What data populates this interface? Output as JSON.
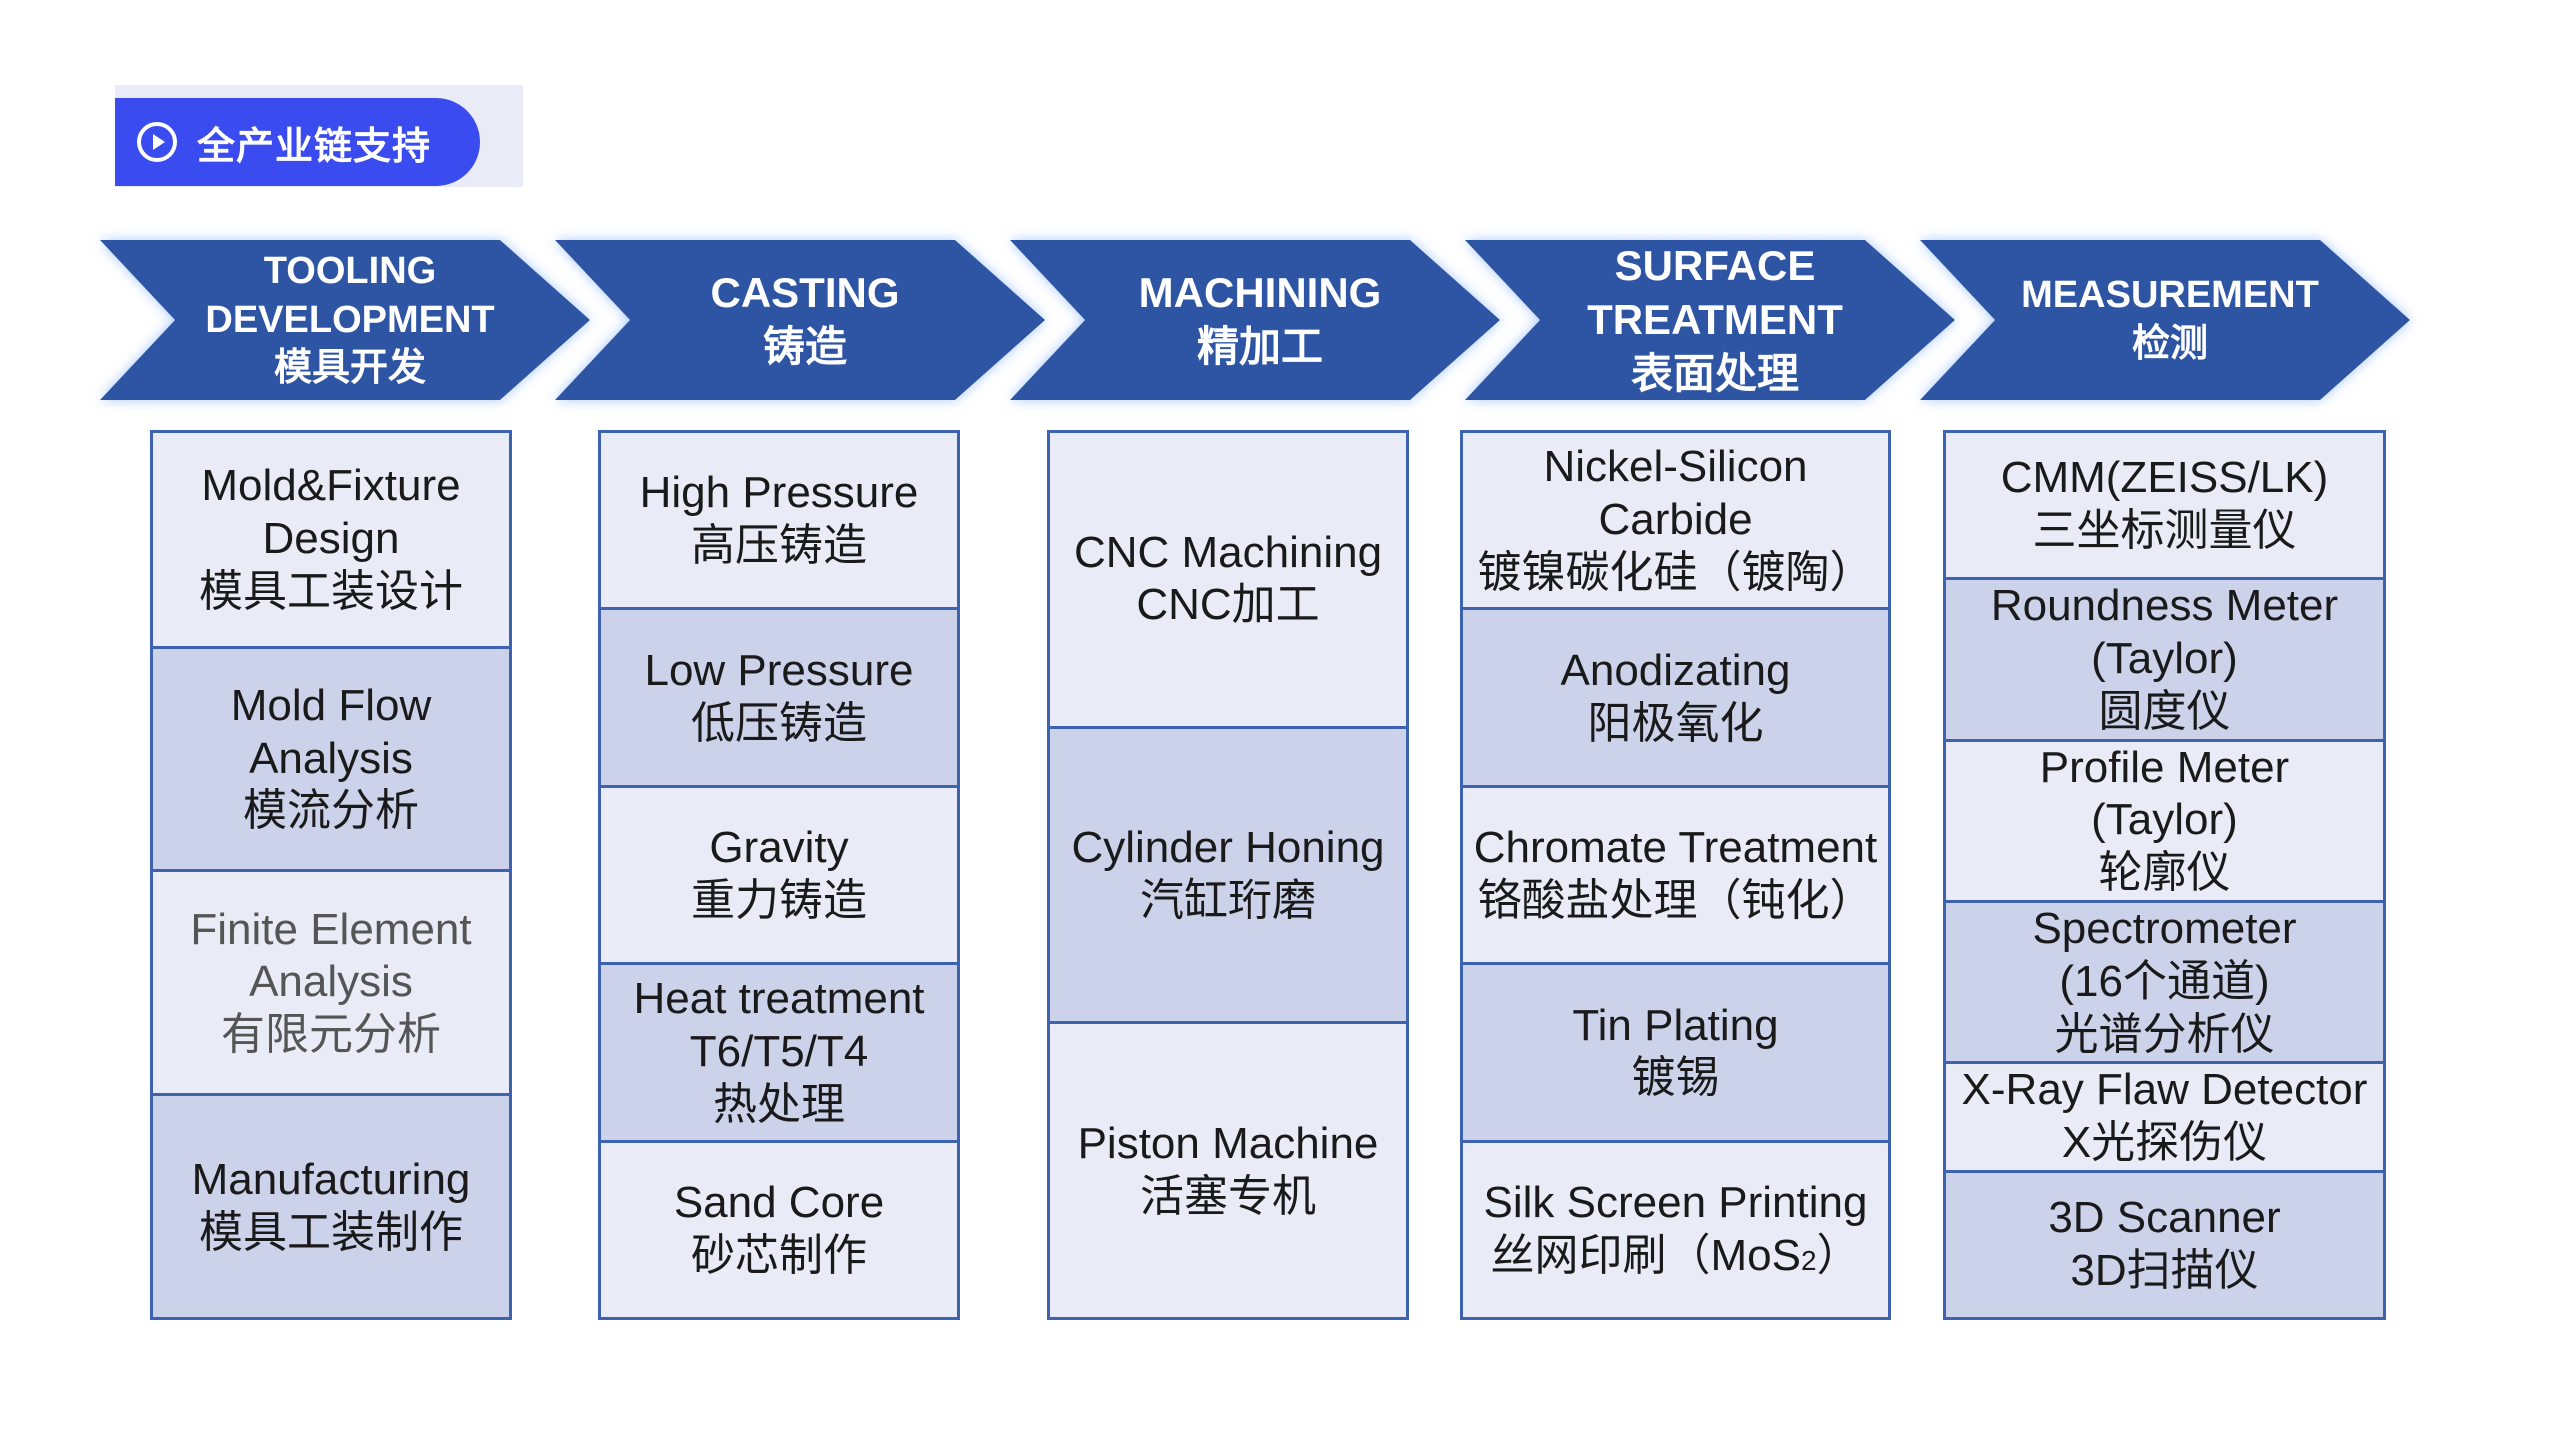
{
  "header": {
    "badge_label": "全产业链支持",
    "badge_icon": "play-circle-icon"
  },
  "colors": {
    "accent": "#3a4bf0",
    "chevron": "#2f55a4",
    "border": "#3d62b0",
    "cell_light": "#e9ecf6",
    "cell_dark": "#cbd2e9"
  },
  "stages": [
    {
      "lines": [
        "TOOLING",
        "DEVELOPMENT",
        "模具开发"
      ],
      "items": [
        {
          "lines": [
            "Mold&Fixture",
            "Design",
            "模具工装设计"
          ]
        },
        {
          "lines": [
            "Mold Flow",
            "Analysis",
            "模流分析"
          ]
        },
        {
          "lines": [
            "Finite Element",
            "Analysis",
            "有限元分析"
          ]
        },
        {
          "lines": [
            "Manufacturing",
            "模具工装制作"
          ]
        }
      ]
    },
    {
      "lines": [
        "CASTING",
        "铸造"
      ],
      "items": [
        {
          "lines": [
            "High Pressure",
            "高压铸造"
          ]
        },
        {
          "lines": [
            "Low Pressure",
            "低压铸造"
          ]
        },
        {
          "lines": [
            "Gravity",
            "重力铸造"
          ]
        },
        {
          "lines": [
            "Heat treatment",
            "T6/T5/T4",
            "热处理"
          ]
        },
        {
          "lines": [
            "Sand Core",
            "砂芯制作"
          ]
        }
      ]
    },
    {
      "lines": [
        "MACHINING",
        "精加工"
      ],
      "items": [
        {
          "lines": [
            "CNC Machining",
            "CNC加工"
          ]
        },
        {
          "lines": [
            "Cylinder Honing",
            "汽缸珩磨"
          ]
        },
        {
          "lines": [
            "Piston Machine",
            "活塞专机"
          ]
        }
      ]
    },
    {
      "lines": [
        "SURFACE",
        "TREATMENT",
        "表面处理"
      ],
      "items": [
        {
          "lines": [
            "Nickel-Silicon",
            "Carbide",
            "镀镍碳化硅（镀陶）"
          ]
        },
        {
          "lines": [
            "Anodizating",
            "阳极氧化"
          ]
        },
        {
          "lines": [
            "Chromate Treatment",
            "铬酸盐处理（钝化）"
          ]
        },
        {
          "lines": [
            "Tin Plating",
            "镀锡"
          ]
        },
        {
          "lines": [
            "Silk Screen Printing",
            "丝网印刷（MoS",
            "2",
            "）"
          ]
        }
      ]
    },
    {
      "lines": [
        "MEASUREMENT",
        "检测"
      ],
      "items": [
        {
          "lines": [
            "CMM(ZEISS/LK)",
            "三坐标测量仪"
          ]
        },
        {
          "lines": [
            "Roundness Meter",
            "(Taylor)",
            "圆度仪"
          ]
        },
        {
          "lines": [
            "Profile Meter",
            "(Taylor)",
            "轮廓仪"
          ]
        },
        {
          "lines": [
            "Spectrometer",
            "(16个通道)",
            "光谱分析仪"
          ]
        },
        {
          "lines": [
            "X-Ray Flaw Detector",
            "X光探伤仪"
          ]
        },
        {
          "lines": [
            "3D Scanner",
            "3D扫描仪"
          ]
        }
      ]
    }
  ]
}
